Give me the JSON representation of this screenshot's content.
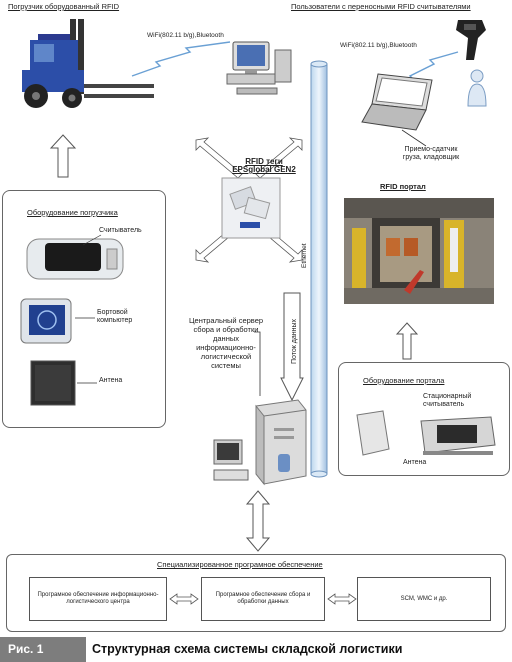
{
  "forklift": {
    "title": "Погрузчик оборудованный RFID",
    "wifi": "WiFi(802.11 b/g),Bluetooth"
  },
  "portable": {
    "title": "Пользователи с переносными  RFID считывателями",
    "wifi": "WiFi(802.11 b/g),Bluetooth",
    "receiver_line1": "Приемо-сдатчик",
    "receiver_line2": "груза, кладовщик"
  },
  "tags": {
    "line1": "RFID теги",
    "line2": "EPSglobal GEN2"
  },
  "portal": {
    "title": "RFID портал"
  },
  "ethernet": "Ethernet",
  "data_flow": "Поток данных",
  "forklift_equipment": {
    "title": "Оборудование погрузчика",
    "reader": "Считыватель",
    "computer_line1": "Бортовой",
    "computer_line2": "компьютер",
    "antenna": "Антена"
  },
  "server": {
    "line1": "Центральный сервер",
    "line2": "сбора и обработки",
    "line3": "данных",
    "line4": "информационно-",
    "line5": "логистической",
    "line6": "системы"
  },
  "portal_equipment": {
    "title": "Оборудование портала",
    "reader_line1": "Стационарный",
    "reader_line2": "считыватель",
    "antenna": "Антена"
  },
  "software": {
    "title": "Специализированное програмное обеспечение",
    "box1": "Програмное обеспечение информационно-логистического центра",
    "box2": "Програмное обеспечение сбора и обработки  данных",
    "box3": "SCM, WMC  и др."
  },
  "caption": {
    "tag": "Рис. 1",
    "text": "Структурная схема системы складской логистики"
  }
}
